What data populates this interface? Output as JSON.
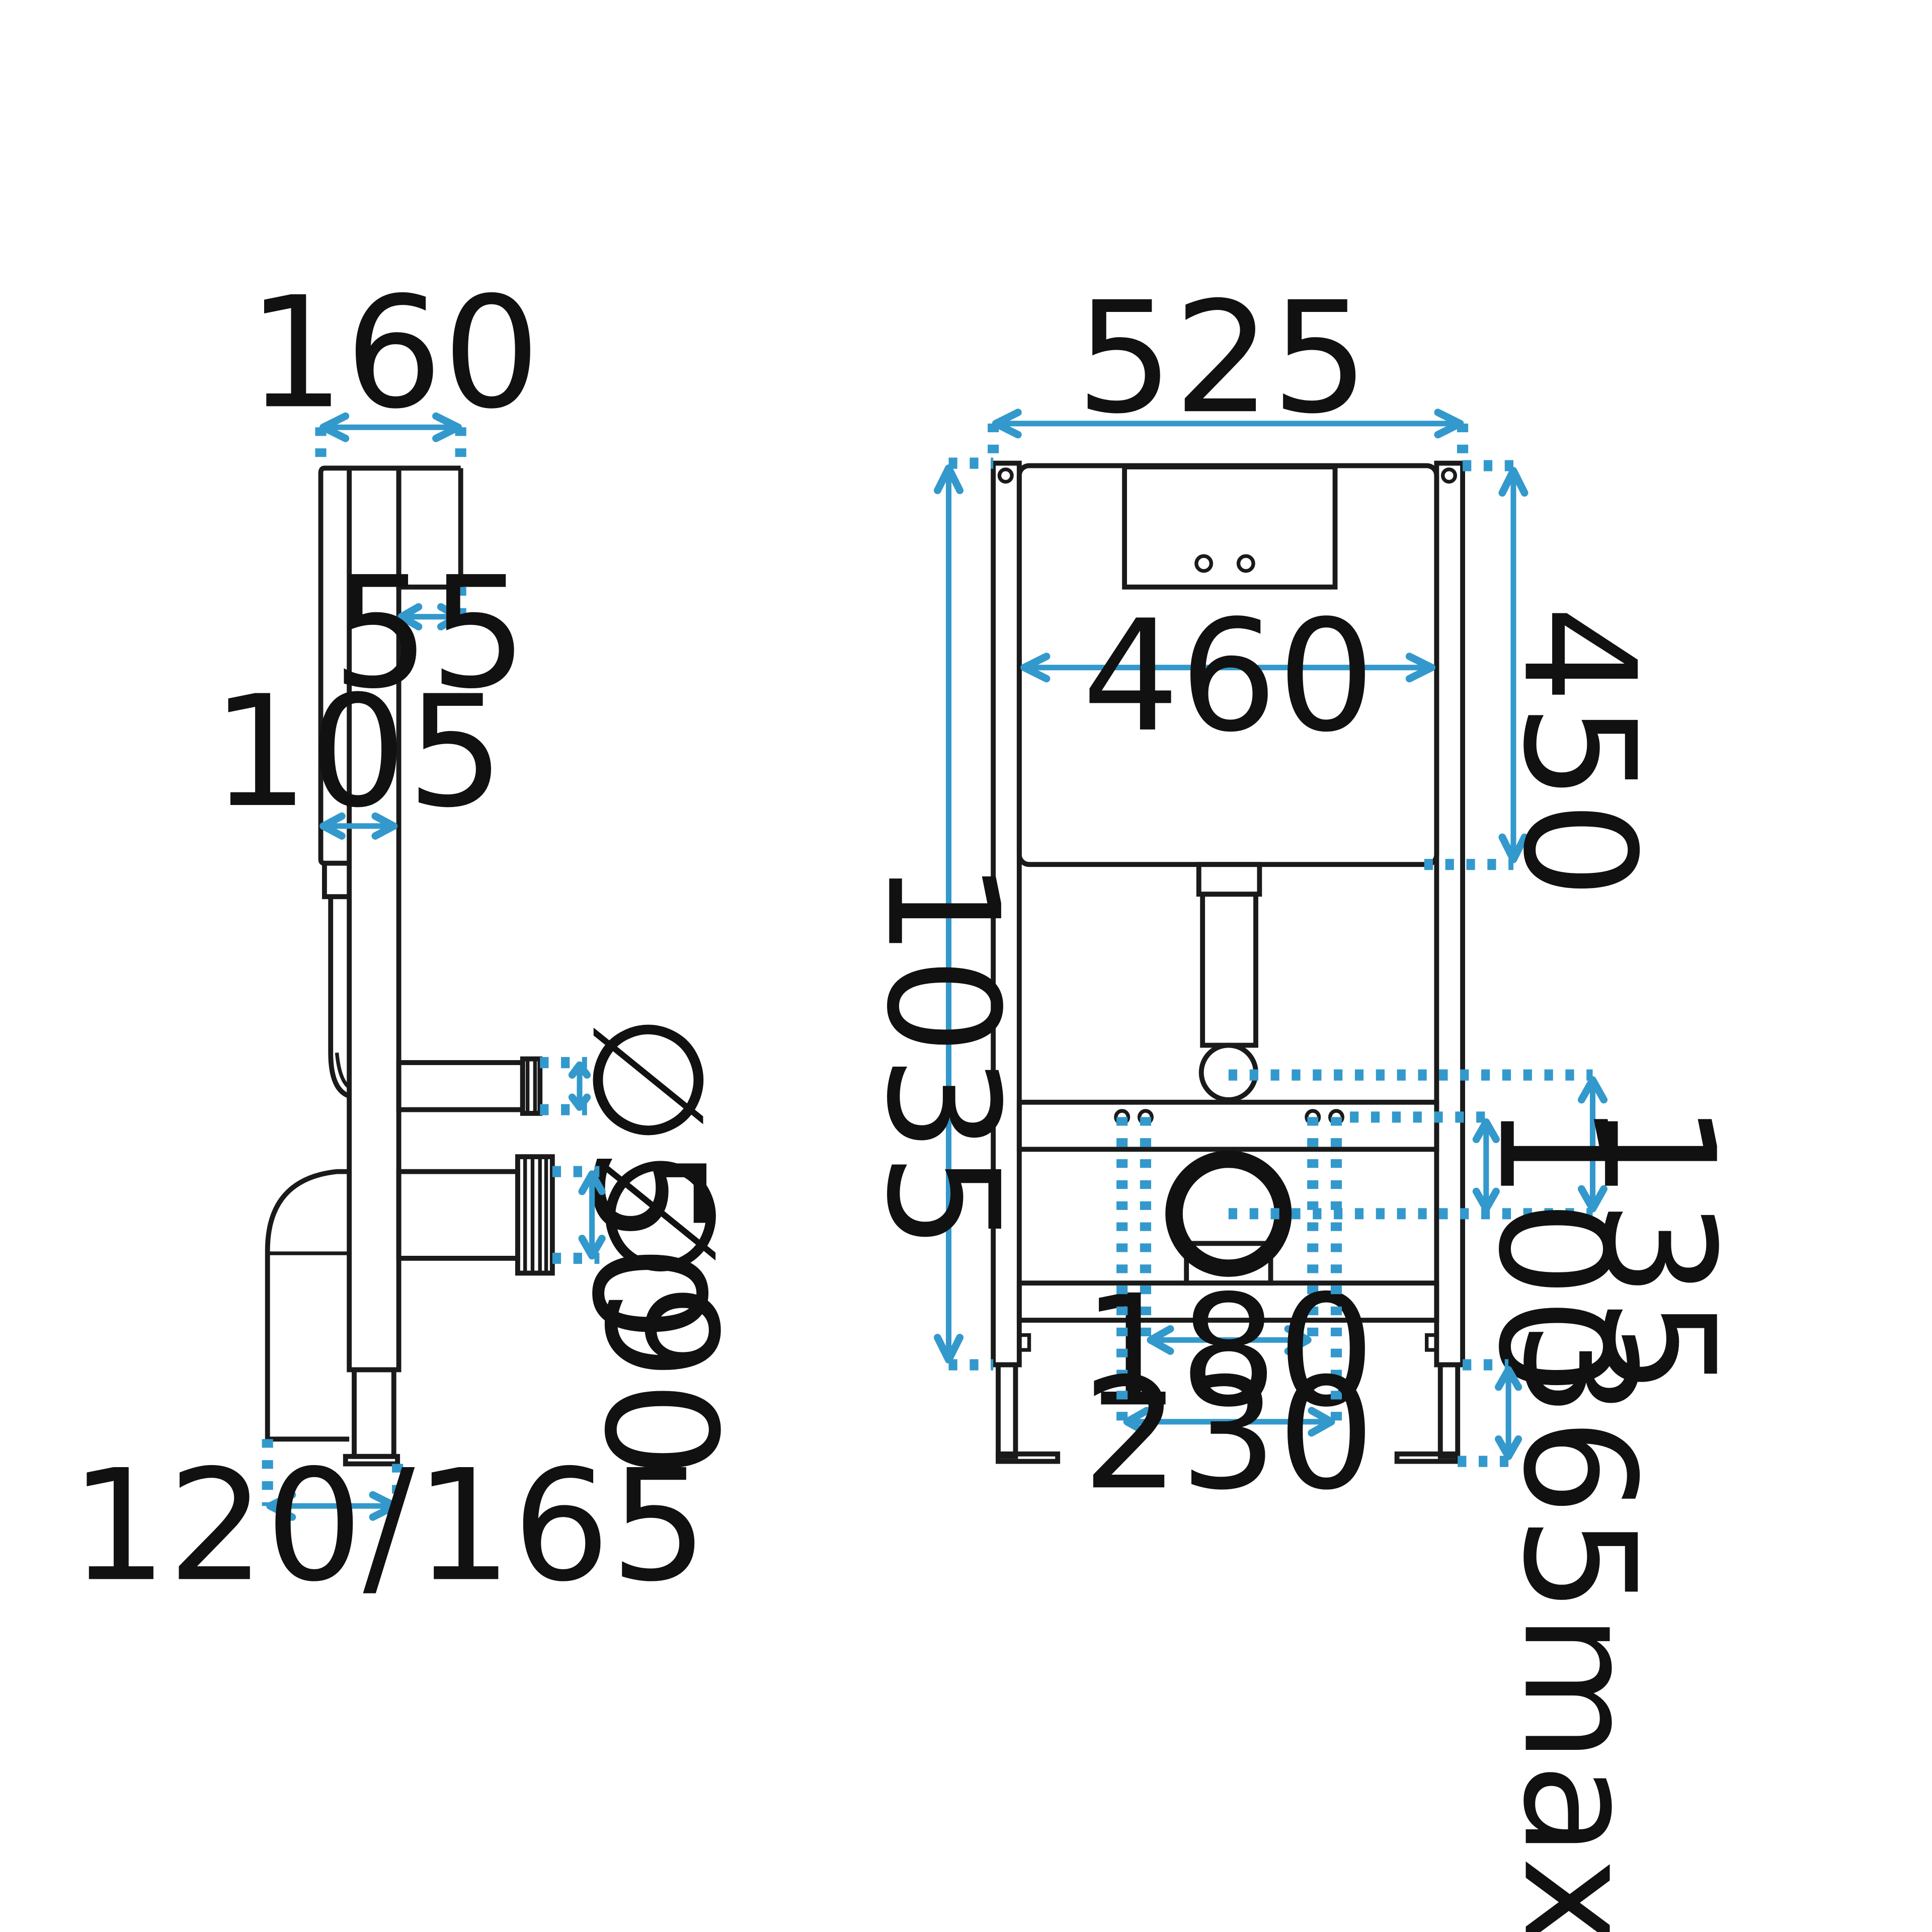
{
  "colors": {
    "line": "#1a1a1a",
    "dimension": "#3399cc",
    "background": "#ffffff"
  },
  "side_view": {
    "dim_total_depth": "160",
    "dim_cistern_offset": "55",
    "dim_frame_depth": "105",
    "dim_outlet_offset": "120/165",
    "dim_inlet_diameter": "∅50",
    "dim_outlet_diameter": "∅90"
  },
  "front_view": {
    "dim_frame_width": "525",
    "dim_cistern_width": "460",
    "dim_cistern_height": "450",
    "dim_total_height": "1035",
    "dim_inlet_to_outlet": "135",
    "dim_bolt_to_outlet": "100",
    "dim_bolt_spacing_inner": "180",
    "dim_bolt_spacing_outer": "230",
    "dim_leg_extension": "365max"
  }
}
